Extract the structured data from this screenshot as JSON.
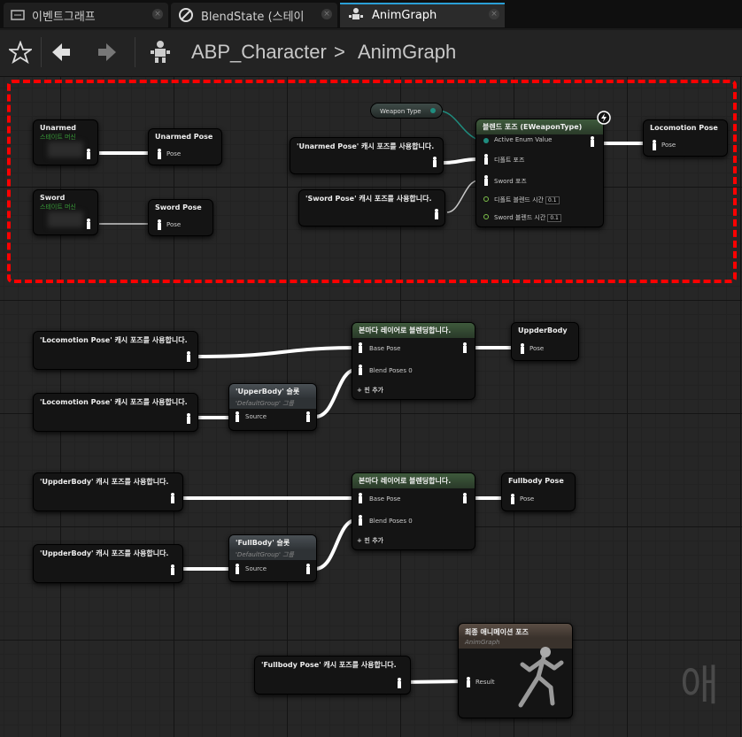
{
  "tabs": [
    {
      "label": "이벤트그래프",
      "icon": "event-graph-icon"
    },
    {
      "label": "BlendState (스테이",
      "icon": "blendstate-icon"
    },
    {
      "label": "AnimGraph",
      "icon": "animgraph-icon",
      "active": true
    }
  ],
  "toolbar": {
    "breadcrumb": [
      "ABP_Character",
      "AnimGraph"
    ],
    "separator": ">"
  },
  "nodes": {
    "n_unarmed": {
      "title": "Unarmed",
      "sub": "스테이트 머신"
    },
    "n_unarmed_pose": {
      "title": "Unarmed Pose",
      "pin": "Pose"
    },
    "n_sword": {
      "title": "Sword",
      "sub": "스테이트 머신"
    },
    "n_sword_pose": {
      "title": "Sword Pose",
      "pin": "Pose"
    },
    "weapon_type": {
      "label": "Weapon Type"
    },
    "n_use_unarmed": {
      "title": "'Unarmed Pose' 캐시 포즈를 사용합니다."
    },
    "n_use_sword": {
      "title": "'Sword Pose' 캐시 포즈를 사용합니다."
    },
    "n_blend_enum": {
      "title": "블렌드 포즈 (EWeaponType)",
      "pins": [
        "Active Enum Value",
        "디폴트 포즈",
        "Sword 포즈",
        "디폴트 블렌드 시간",
        "Sword 블렌드 시간"
      ],
      "values": [
        "0.1",
        "0.1"
      ]
    },
    "n_locomotion_pose": {
      "title": "Locomotion Pose",
      "pin": "Pose"
    },
    "n_use_loco1": {
      "title": "'Locomotion Pose' 캐시 포즈를 사용합니다."
    },
    "n_use_loco2": {
      "title": "'Locomotion Pose' 캐시 포즈를 사용합니다."
    },
    "n_slot_upper": {
      "title": "'UpperBody' 슬롯",
      "sub": "'DefaultGroup' 그룹",
      "pin": "Source"
    },
    "n_layer1": {
      "title": "본마다 레이어로 블렌딩합니다.",
      "pins": [
        "Base Pose",
        "Blend Poses 0",
        "핀 추가"
      ]
    },
    "n_upper_out": {
      "title": "UppderBody",
      "pin": "Pose"
    },
    "n_use_upper1": {
      "title": "'UppderBody' 캐시 포즈를 사용합니다."
    },
    "n_use_upper2": {
      "title": "'UppderBody' 캐시 포즈를 사용합니다."
    },
    "n_slot_full": {
      "title": "'FullBody' 슬롯",
      "sub": "'DefaultGroup' 그룹",
      "pin": "Source"
    },
    "n_layer2": {
      "title": "본마다 레이어로 블렌딩합니다.",
      "pins": [
        "Base Pose",
        "Blend Poses 0",
        "핀 추가"
      ]
    },
    "n_full_out": {
      "title": "Fullbody Pose",
      "pin": "Pose"
    },
    "n_use_full": {
      "title": "'Fullbody Pose' 캐시 포즈를 사용합니다."
    },
    "n_final": {
      "title": "최종 애니메이션 포즈",
      "sub": "AnimGraph",
      "pin": "Result"
    }
  },
  "watermark": "애",
  "colors": {
    "highlight": "#ff0000",
    "wire": "#ffffff",
    "tab_accent": "#2a9fd6",
    "enum_pin": "#1f8d7f",
    "float_pin": "#7ec24b"
  }
}
